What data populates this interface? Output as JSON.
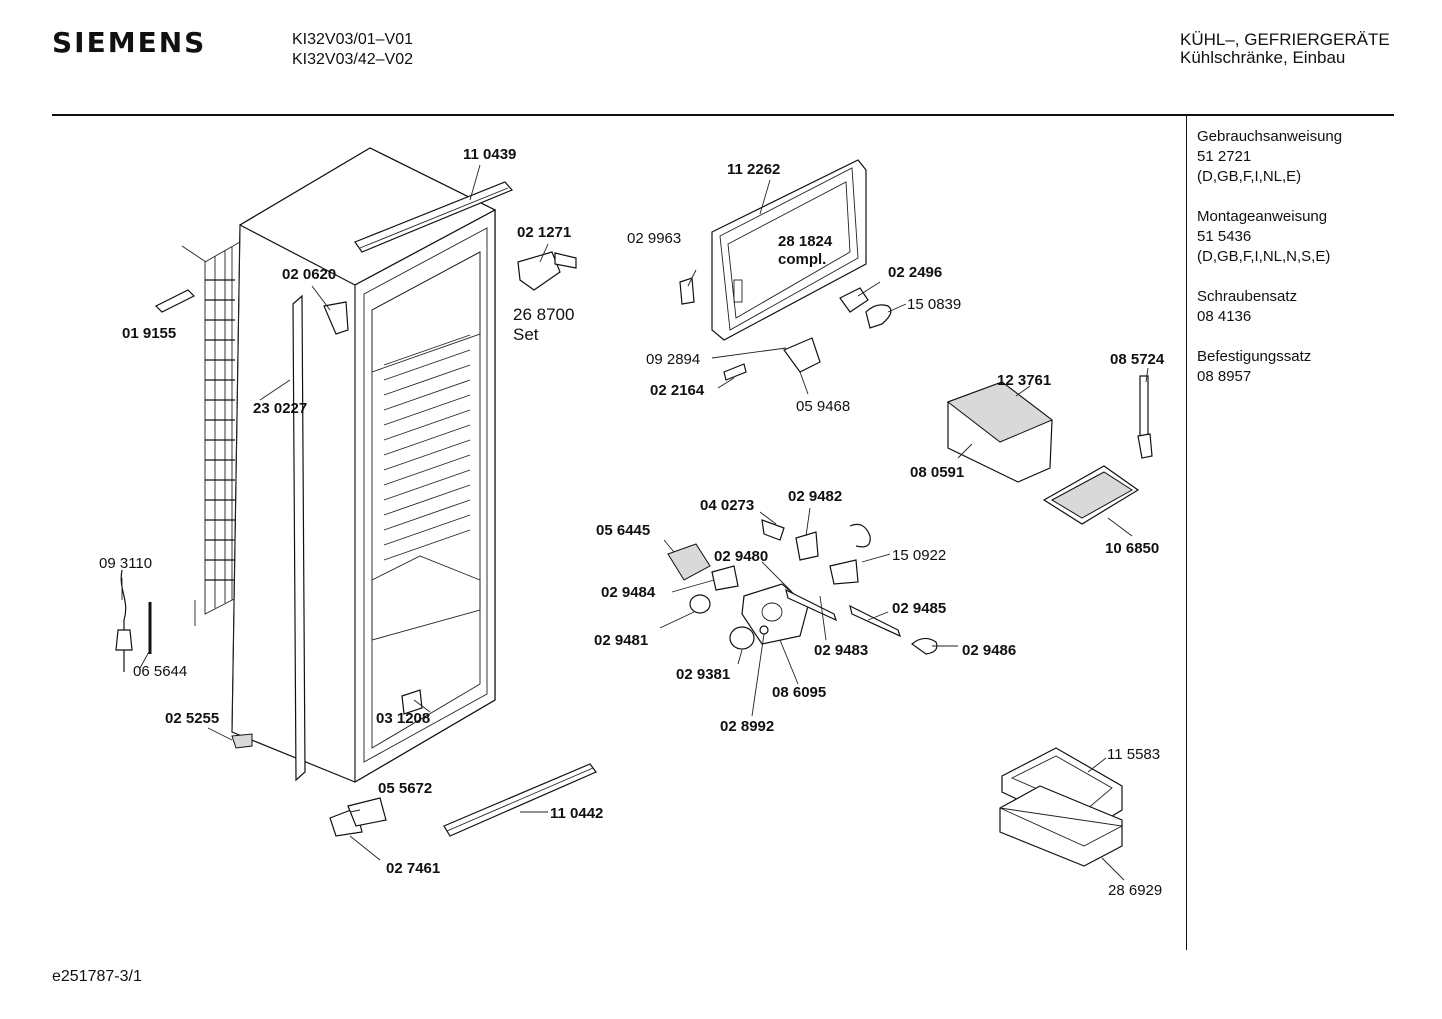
{
  "header": {
    "brand": "SIEMENS",
    "model_1": "KI32V03/01–V01",
    "model_2": "KI32V03/42–V02",
    "category_1": "KÜHL–, GEFRIERGERÄTE",
    "category_2": "Kühlschränke, Einbau"
  },
  "sidebar": [
    {
      "title": "Gebrauchsanweisung",
      "number": "51 2721",
      "langs": "(D,GB,F,I,NL,E)"
    },
    {
      "title": "Montageanweisung",
      "number": "51 5436",
      "langs": "(D,GB,F,I,NL,N,S,E)"
    },
    {
      "title": "Schraubensatz",
      "number": "08 4136",
      "langs": ""
    },
    {
      "title": "Befestigungssatz",
      "number": "08 8957",
      "langs": ""
    }
  ],
  "parts": {
    "p110439": "11 0439",
    "p021271": "02 1271",
    "p020620": "02 0620",
    "p268700": "26 8700",
    "p268700_set": "Set",
    "p019155": "01 9155",
    "p230227": "23 0227",
    "p093110": "09 3110",
    "p065644": "06 5644",
    "p025255": "02 5255",
    "p031208": "03 1208",
    "p055672": "05 5672",
    "p027461": "02 7461",
    "p110442": "11 0442",
    "p112262": "11 2262",
    "p281824": "28 1824",
    "p281824_compl": "compl.",
    "p029963": "02 9963",
    "p022496": "02 2496",
    "p150839": "15 0839",
    "p092894": "09 2894",
    "p022164": "02 2164",
    "p059468": "05 9468",
    "p123761": "12 3761",
    "p085724": "08 5724",
    "p080591": "08 0591",
    "p106850": "10 6850",
    "p040273": "04 0273",
    "p029482": "02 9482",
    "p056445": "05 6445",
    "p029480": "02 9480",
    "p150922": "15 0922",
    "p029484": "02 9484",
    "p029485": "02 9485",
    "p029481": "02 9481",
    "p029483": "02 9483",
    "p029486": "02 9486",
    "p029381": "02 9381",
    "p086095": "08 6095",
    "p028992": "02 8992",
    "p115583": "11 5583",
    "p286929": "28 6929"
  },
  "footer": {
    "doc_id": "e251787-3/1"
  }
}
